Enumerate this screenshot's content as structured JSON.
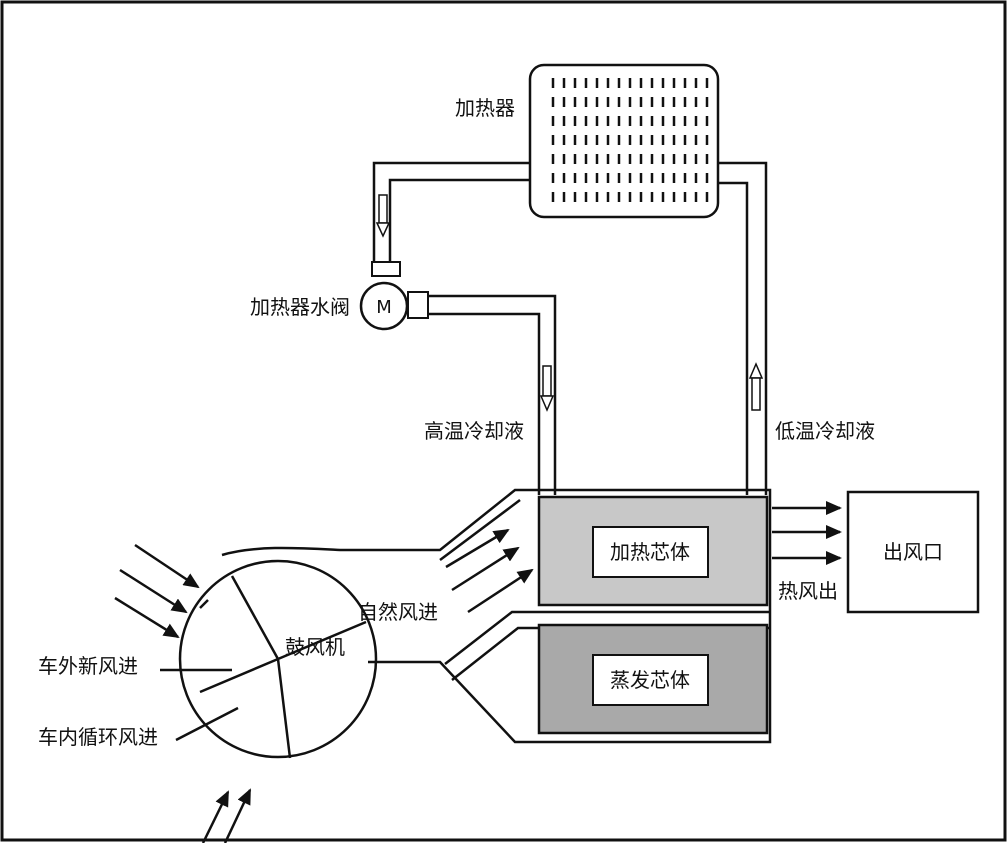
{
  "labels": {
    "heater": "加热器",
    "heater_valve": "加热器水阀",
    "valve_motor": "M",
    "hot_coolant": "高温冷却液",
    "cold_coolant": "低温冷却液",
    "heater_core": "加热芯体",
    "evaporator_core": "蒸发芯体",
    "outlet": "出风口",
    "hot_air_out": "热风出",
    "natural_air_in": "自然风进",
    "blower": "鼓风机",
    "fresh_air_in": "车外新风进",
    "recirc_air_in": "车内循环风进"
  },
  "colors": {
    "line": "#111111",
    "heater_core_fill": "#c8c8c8",
    "evaporator_core_fill": "#a9a9a9",
    "label_box": "#ffffff"
  }
}
